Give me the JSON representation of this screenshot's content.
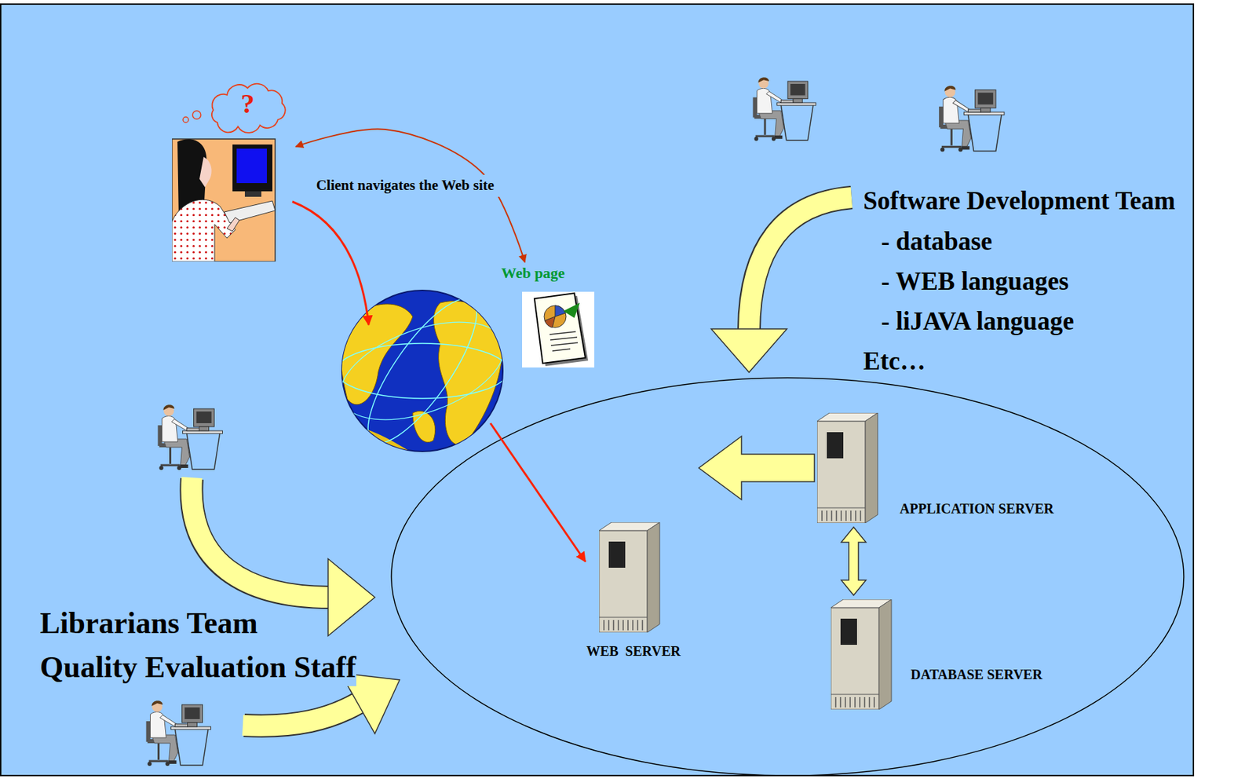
{
  "diagram": {
    "nodes": [
      {
        "text": [
          "?"
        ]
      },
      {
        "text": [
          "Web page"
        ]
      },
      {
        "text": [
          "APPLICATION SERVER"
        ]
      },
      {
        "text": [
          "WEB  SERVER"
        ]
      },
      {
        "text": [
          "DATABASE SERVER"
        ]
      }
    ],
    "edges": [
      {
        "from": 0,
        "to": 1,
        "arrow": "both",
        "label": "Client navigates the Web site"
      },
      {
        "from": 2,
        "to": 3,
        "arrow": "to"
      },
      {
        "from": 2,
        "to": 4,
        "arrow": "both"
      }
    ],
    "labels": [
      "Software Development Team",
      "- database",
      "- WEB languages",
      "- liJAVA language",
      "Etc…",
      "Librarians Team",
      "Quality Evaluation Staff"
    ]
  }
}
